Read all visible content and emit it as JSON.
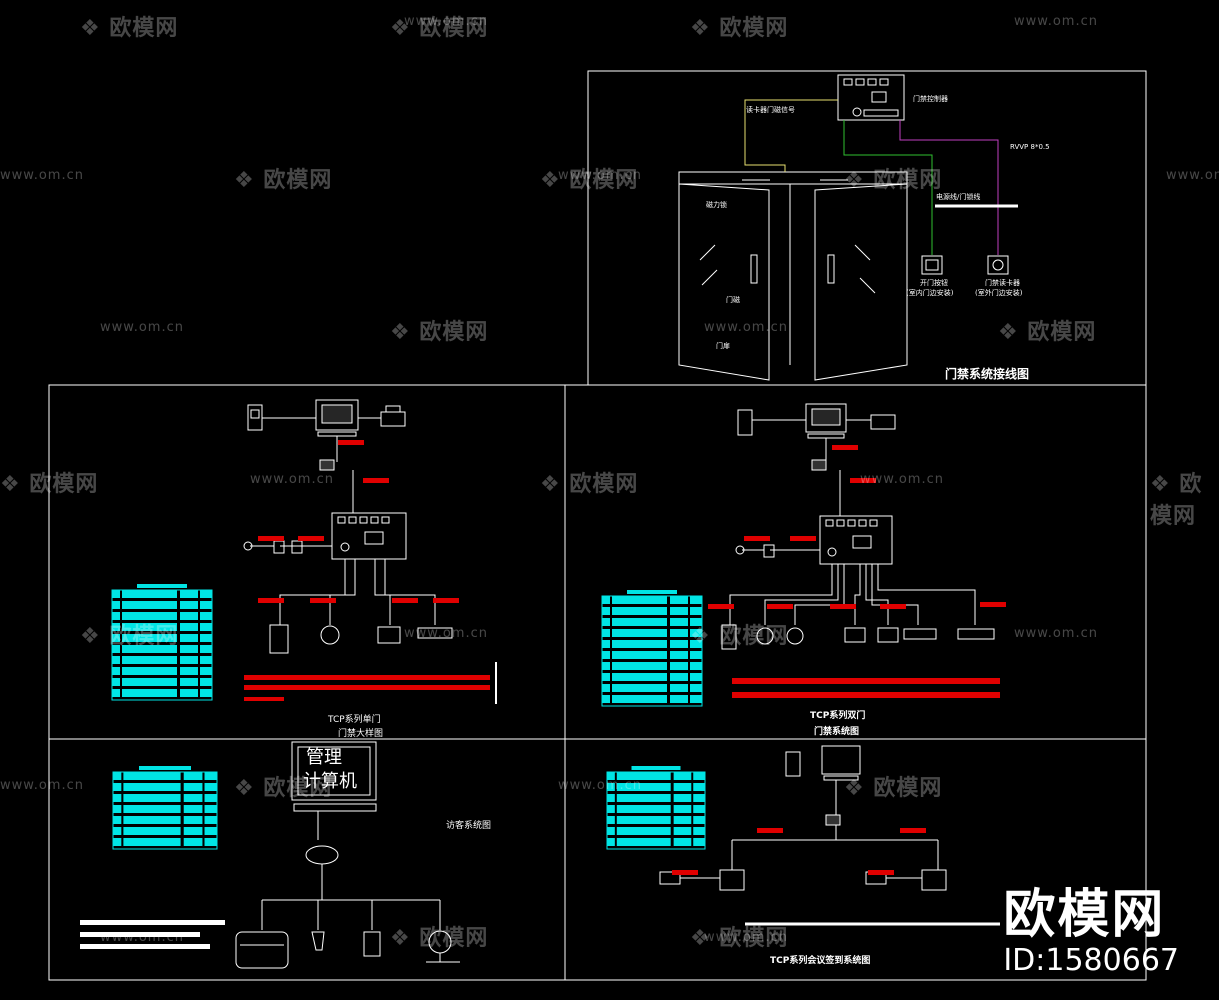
{
  "watermarks": {
    "logo_text": "欧模网",
    "url_text": "www.om.cn"
  },
  "brand": {
    "name": "欧模网",
    "id": "ID:1580667"
  },
  "panels": {
    "door_wiring": {
      "title": "门禁系统接线图",
      "labels": {
        "controller": "门禁控制器",
        "lock": "磁力锁",
        "door_sensor": "门磁",
        "door_leaf": "门扉",
        "reader_signal": "读卡器门磁信号",
        "reader_cable": "RVVP 8*0.5",
        "exit_button": "开门按钮",
        "card_reader": "门禁读卡器",
        "exit_button_note": "(室内门边安装)",
        "card_reader_note": "(室外门边安装)",
        "power_cable": "电源线/门锁线"
      },
      "colors": {
        "signal": "#e8e070",
        "power": "#30c030",
        "reader": "#c040c0"
      }
    },
    "single_door": {
      "title_line1": "TCP系列单门",
      "title_line2": "门禁大样图"
    },
    "double_door": {
      "title_line1": "TCP系列双门",
      "title_line2": "门禁系统图"
    },
    "visitor": {
      "title": "访客系统图",
      "management_pc_line1": "管理",
      "management_pc_line2": "计算机"
    },
    "meeting": {
      "title": "TCP系列会议签到系统图"
    }
  },
  "colors": {
    "background": "#000000",
    "line": "#ffffff",
    "legend_table": "#00e5e5",
    "spec_bar": "#e00000"
  }
}
